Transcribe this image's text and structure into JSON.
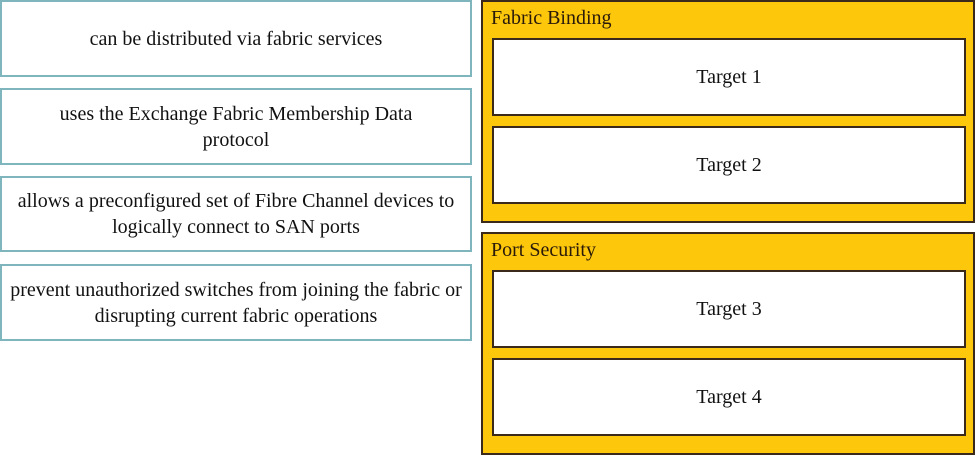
{
  "sources": [
    "can be distributed via fabric services",
    "uses the Exchange Fabric Membership Data protocol",
    "allows a preconfigured set of Fibre Channel devices to logically connect to SAN ports",
    "prevent unauthorized switches from joining the fabric or disrupting current fabric operations"
  ],
  "panels": [
    {
      "title": "Fabric Binding",
      "targets": [
        "Target 1",
        "Target 2"
      ]
    },
    {
      "title": "Port Security",
      "targets": [
        "Target 3",
        "Target 4"
      ]
    }
  ],
  "colors": {
    "panel": "#fdc70c",
    "source_border": "#7fb6be"
  }
}
